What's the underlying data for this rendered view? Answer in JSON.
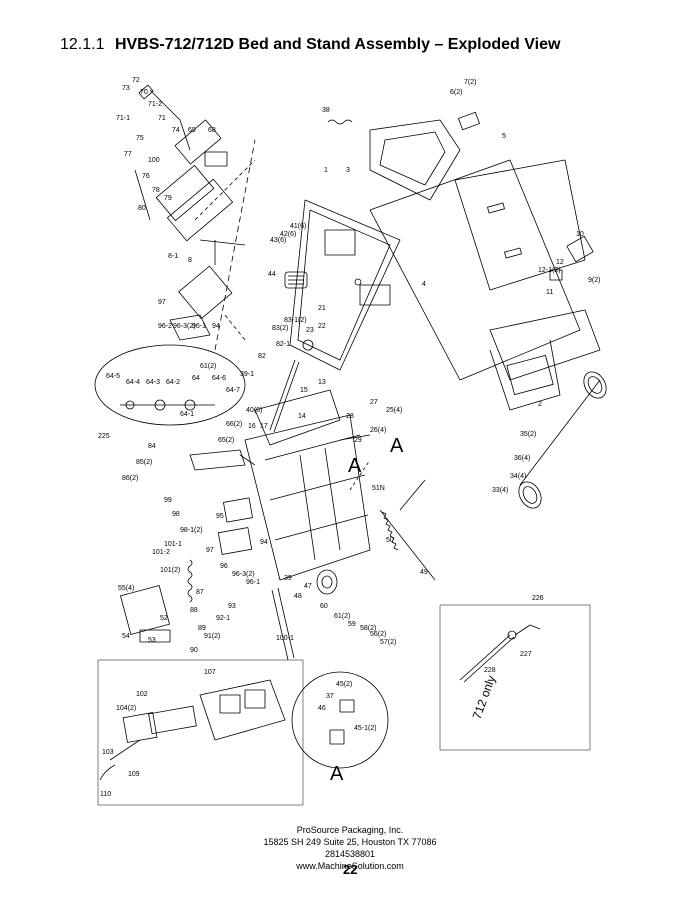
{
  "heading": {
    "number": "12.1.1",
    "title": "HVBS-712/712D Bed and Stand Assembly – Exploded View"
  },
  "diagram": {
    "callouts": {
      "c73": "73",
      "c72": "72",
      "c70": "70",
      "c71_2": "71-2",
      "c71_1": "71-1",
      "c71": "71",
      "c74": "74",
      "c75": "75",
      "c69": "69",
      "c68": "68",
      "c77": "77",
      "c100": "100",
      "c76": "76",
      "c78": "78",
      "c79": "79",
      "c80": "80",
      "c8_1": "8-1",
      "c8": "8",
      "c97": "97",
      "c96_2": "96-2",
      "c96_3": "96-3(2)",
      "c96_1": "96-1",
      "c94": "94",
      "c38": "38",
      "c3": "3",
      "c1": "1",
      "c6": "6(2)",
      "c7": "7(2)",
      "c5": "5",
      "c4": "4",
      "c43": "43(6)",
      "c42": "42(6)",
      "c41": "41(6)",
      "c44": "44",
      "c83_1": "83(2)",
      "c83_2": "83-1(2)",
      "c21": "21",
      "c22": "22",
      "c23": "23",
      "c82_1": "82-1",
      "c82": "82",
      "c10": "10",
      "c12_1": "12-1(2)",
      "c12": "12",
      "c11": "11",
      "c9": "9(2)",
      "c2": "2",
      "c64_5": "64-5",
      "c64_4": "64-4",
      "c64_3": "64-3",
      "c64_2": "64-2",
      "c64_1": "64-1",
      "c64": "64",
      "c61": "61(2)",
      "c64_6": "64-6",
      "c64_7": "64-7",
      "c39_1": "39-1",
      "c225": "225",
      "c40": "40(6)",
      "c17": "17",
      "c16": "16",
      "c15": "15",
      "c13": "13",
      "c14": "14",
      "c65": "65(2)",
      "c66": "66(2)",
      "c28": "28",
      "c27": "27",
      "c25": "25(4)",
      "c29": "29",
      "c26": "26(4)",
      "c35": "35(2)",
      "c36": "36(4)",
      "c34": "34(4)",
      "c33": "33(4)",
      "c84": "84",
      "c85": "85(2)",
      "c86": "86(2)",
      "c99": "99",
      "c98": "98",
      "c98_1": "98-1(2)",
      "c95": "95",
      "c101": "101-1",
      "c101_2": "101-2",
      "c101_3": "101(2)",
      "c87": "87",
      "c96": "96",
      "c96_3b": "96-3(2)",
      "c96_1b": "96-1",
      "c51": "51N",
      "c50": "50",
      "c55": "55(4)",
      "c54": "54",
      "c53": "53",
      "c52": "52",
      "c88": "88",
      "c89": "89",
      "c90": "90",
      "c91": "91(2)",
      "c92": "92-1",
      "c93": "93",
      "c100_1": "100-1",
      "c39": "39",
      "c47": "47",
      "c48": "48",
      "c60": "60",
      "c61b": "61(2)",
      "c59": "59",
      "c58": "58(2)",
      "c56": "56(2)",
      "c57": "57(2)",
      "c49": "49",
      "c226": "226",
      "c227": "227",
      "c228": "228",
      "c712only": "712 only",
      "c107": "107",
      "c104": "104(2)",
      "c102": "102",
      "c103": "103",
      "c109": "109",
      "c110": "110",
      "c46": "46",
      "c45": "45(2)",
      "c45_1": "45-1(2)",
      "c37": "37",
      "cA1": "A",
      "cA2": "A",
      "cA3": "A"
    }
  },
  "footer": {
    "company": "ProSource Packaging, Inc.",
    "address": "15825 SH 249 Suite 25, Houston TX 77086",
    "phone": "2814538801",
    "website": "www.MachineSolution.com",
    "page_number": "22"
  }
}
